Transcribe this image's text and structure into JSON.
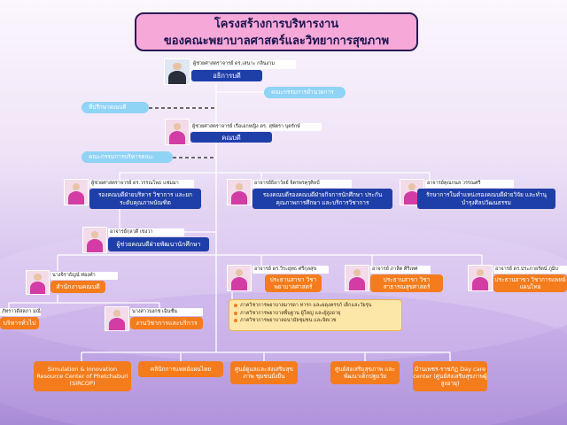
{
  "title": {
    "line1": "โครงสร้างการบริหารงาน",
    "line2": "ของคณะพยาบาลศาสตร์และวิทยาการสุขภาพ"
  },
  "president": {
    "name": "ผู้ช่วยศาสตราจารย์ ดร.เสนาะ กลิ่นงาม",
    "position": "อธิการบดี"
  },
  "dean": {
    "name": "ผู้ช่วยศาสตราจารย์ เรือเอกหญิง ดร. สุพัตรา บุตรักษ์",
    "position": "คณบดี"
  },
  "boards": {
    "university_committee": "คณะกรรมการอำนวยการ",
    "advisor": "ที่ปรึกษาคณบดี",
    "executive_committee": "คณะกรรมการบริหารคณะ"
  },
  "deputies": [
    {
      "name": "ผู้ช่วยศาสตราจารย์ ดร.วรรณโพธ แช่มมา",
      "position": "รองคณบดีฝ่ายบริหาร วิชาการ และยกระดับคุณภาพบัณฑิต"
    },
    {
      "name": "อาจารย์ธิดาวัลย์ จิตรพรคุรุศิลป์",
      "position": "รองคณบดีรองคณบดีฝ่ายกิจการนักศึกษา ประกันคุณภาพการศึกษา และบริการวิชาการ"
    },
    {
      "name": "อาจารย์คุณกนล วรรณศรี",
      "position": "รักษาการในตำแหน่งรองคณบดีฝ่ายวิจัย และทำนุบำรุงศิลปวัฒนธรรม"
    }
  ],
  "assistant_dean": {
    "name": "อาจารย์กุลวดี เข่งวา",
    "position": "ผู้ช่วยคณบดีฝ่ายพัฒนานักศึกษา"
  },
  "office": {
    "name": "นางจิราธัญน์ ท่องคำ",
    "position": "สำนักงานคณบดี"
  },
  "general_admin": {
    "name": "ภัทราวดีสลภา มณีบัน",
    "position": "บริหารทั่วไป"
  },
  "academic_services": {
    "name": "นางสาวบงกช เฉินซั้น",
    "position": "งานวิชาการและบริการ"
  },
  "programs": [
    {
      "name": "อาจารย์ ดร.วีระยุทธ ศรีกุลสุข",
      "position": "ประธานสาขา วิชาพยาบาลศาสตร์"
    },
    {
      "name": "อาจารย์ ภาสิต ศิริเทศ",
      "position": "ประธานสาขา วิชาสาธารณสุขศาสตร์"
    },
    {
      "name": "อาจารย์ ดร.ประภายรัตน์ ภูมิบ",
      "position": "ประธานสาขา วิชาการแพทย์แผนไทย"
    }
  ],
  "departments": [
    "ภาควิชาการพยาบาลมารดา ทารก และผดุงครรภ์ เด็กและวัยรุ่น",
    "ภาควิชาการพยาบาลพื้นฐาน ผู้ใหญ่ และผู้สูงอายุ",
    "ภาควิชาการพยาบาลอนามัยชุมชน และจิตเวช"
  ],
  "centers": [
    "Simulation & Innovation Resource Center of Phetchaburi (SIRCOP)",
    "คลินิกการแพทย์แผนไทย",
    "ศูนย์ดูแลและส่งเสริมสุขภาพ ชุมชนยั่งยืน",
    "ศูนย์ส่งเสริมสุขภาพ และพัฒนาเด็กปฐมวัย",
    "บ้านเพชร-ราชภัฏ Day care center (ศูนย์ส่งเสริมสุขภาพผู้สูงอายุ)"
  ],
  "colors": {
    "title_fill": "#f6a9d8",
    "executive_box": "#1f3fa8",
    "unit_box": "#f47c1c",
    "committee_box": "#8fd3f5",
    "uniform_pink": "#d23ca4"
  }
}
